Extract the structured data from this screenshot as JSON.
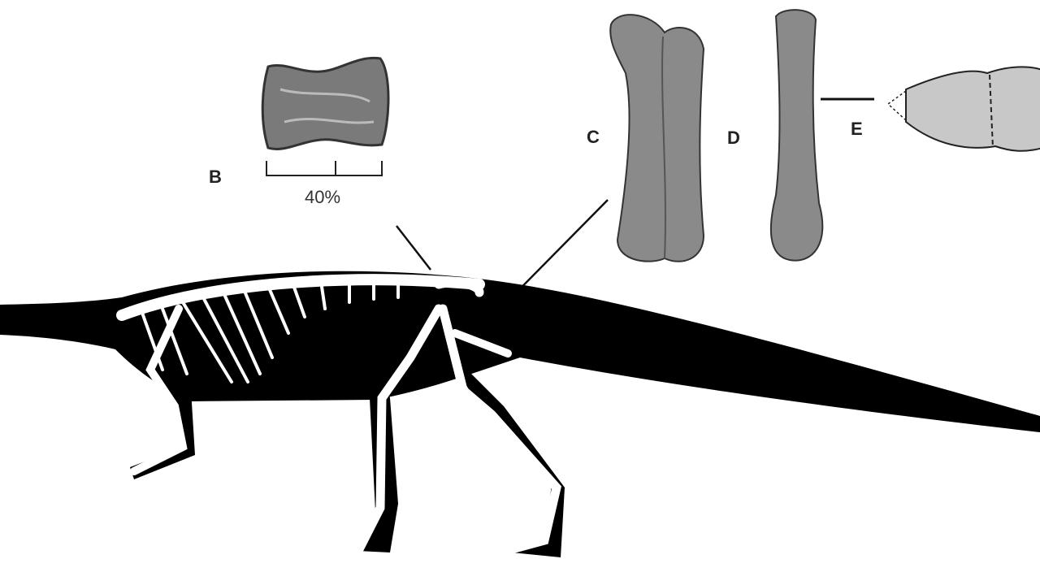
{
  "figure": {
    "panel_labels": {
      "b": "B",
      "c": "C",
      "d": "D",
      "e": "E"
    },
    "scale_bar_label": "40%",
    "colors": {
      "silhouette": "#000000",
      "bone": "#ffffff",
      "specimen": "#8a8a8a",
      "diagram_fill": "#c8c8c8"
    }
  }
}
